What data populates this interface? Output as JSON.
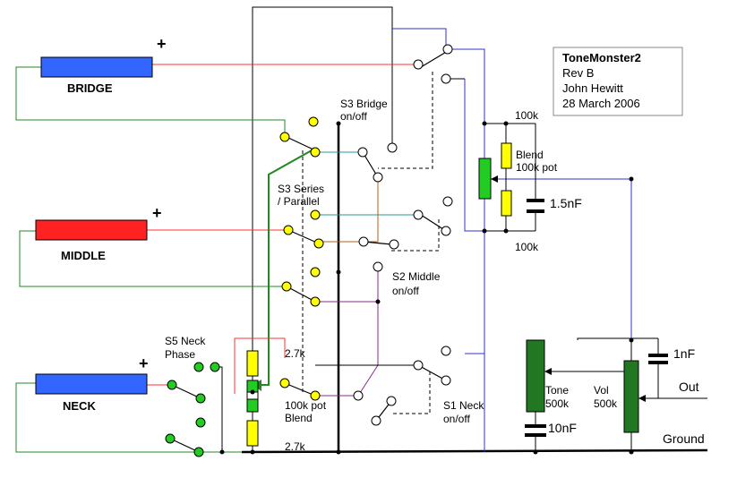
{
  "title_block": {
    "title": "ToneMonster2",
    "rev": "Rev B",
    "author": "John Hewitt",
    "date": "28 March 2006"
  },
  "pickups": {
    "bridge": {
      "label": "BRIDGE",
      "polarity": "+",
      "color": "#3366ff"
    },
    "middle": {
      "label": "MIDDLE",
      "polarity": "+",
      "color": "#ff2222"
    },
    "neck": {
      "label": "NECK",
      "polarity": "+",
      "color": "#3366ff"
    }
  },
  "switches": {
    "s3_bridge": [
      "S3 Bridge",
      "on/off"
    ],
    "s3_series": [
      "S3 Series",
      "/ Parallel"
    ],
    "s2_middle": [
      "S2 Middle",
      "on/off"
    ],
    "s1_neck": [
      "S1 Neck",
      "on/off"
    ],
    "s5_neck_phase": [
      "S5 Neck",
      "Phase"
    ]
  },
  "components": {
    "blend_pot": [
      "Blend",
      "100k pot"
    ],
    "blend_pot2": [
      "100k pot",
      "Blend"
    ],
    "r_top": "100k",
    "r_bottom": "100k",
    "cap_blend": "1.5nF",
    "r27_top": "2.7k",
    "r27_bottom": "2.7k",
    "tone": [
      "Tone",
      "500k"
    ],
    "vol": [
      "Vol",
      "500k"
    ],
    "cap_tone": "10nF",
    "cap_vol": "1nF",
    "out": "Out",
    "ground": "Ground"
  },
  "colors": {
    "wire_red": "#ff3030",
    "wire_green": "#208a20",
    "wire_blue": "#3030d0",
    "wire_teal": "#2a9a9a",
    "wire_brown": "#b06020",
    "wire_purple": "#8a2a8a",
    "contact_yellow": "#ffff00",
    "pot_green": "#22cc22",
    "tone_green": "#227722"
  }
}
